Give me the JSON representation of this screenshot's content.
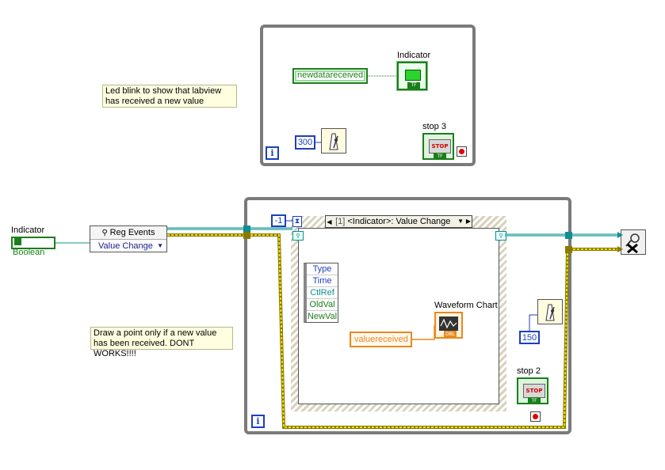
{
  "colors": {
    "loop_border": "#7a7a7a",
    "boolean_green": "#1a7f1a",
    "numeric_blue": "#1c3fbf",
    "double_orange": "#e8891f",
    "comment_bg": "#ffffe0",
    "event_wire": "#0f8f8f",
    "error_wire": "#c8c000",
    "stop_red": "#e00000"
  },
  "comments": {
    "led": "Led blink to show that labview has received a new value",
    "draw": "Draw a point only if a new value has been received. DONT WORKS!!!!"
  },
  "top_loop": {
    "const_label": "newdatareceived",
    "indicator_label": "Indicator",
    "indicator_type_badge": "TF",
    "wait_value": "300",
    "stop_label": "stop 3",
    "stop_text": "STOP",
    "stop_badge": "TF",
    "iteration_label": "i",
    "wait_icon": "metronome-icon"
  },
  "bottom": {
    "indicator_ref_label": "Indicator",
    "indicator_ref_type": "Boolean",
    "reg_events_title": "Reg Events",
    "reg_events_item": "Value Change",
    "timeout_value": "-1",
    "event_case_index": "[1]",
    "event_case_text": "<Indicator>: Value Change",
    "event_data_fields": [
      "Type",
      "Time",
      "CtlRef",
      "OldVal",
      "NewVal"
    ],
    "chart_label": "Waveform Chart",
    "chart_badge": "DBL",
    "value_const": "valuereceived",
    "wait_value": "150",
    "stop_label": "stop 2",
    "stop_text": "STOP",
    "stop_badge": "TF",
    "iteration_label": "i",
    "unregister_icon": "unregister-events-icon"
  }
}
